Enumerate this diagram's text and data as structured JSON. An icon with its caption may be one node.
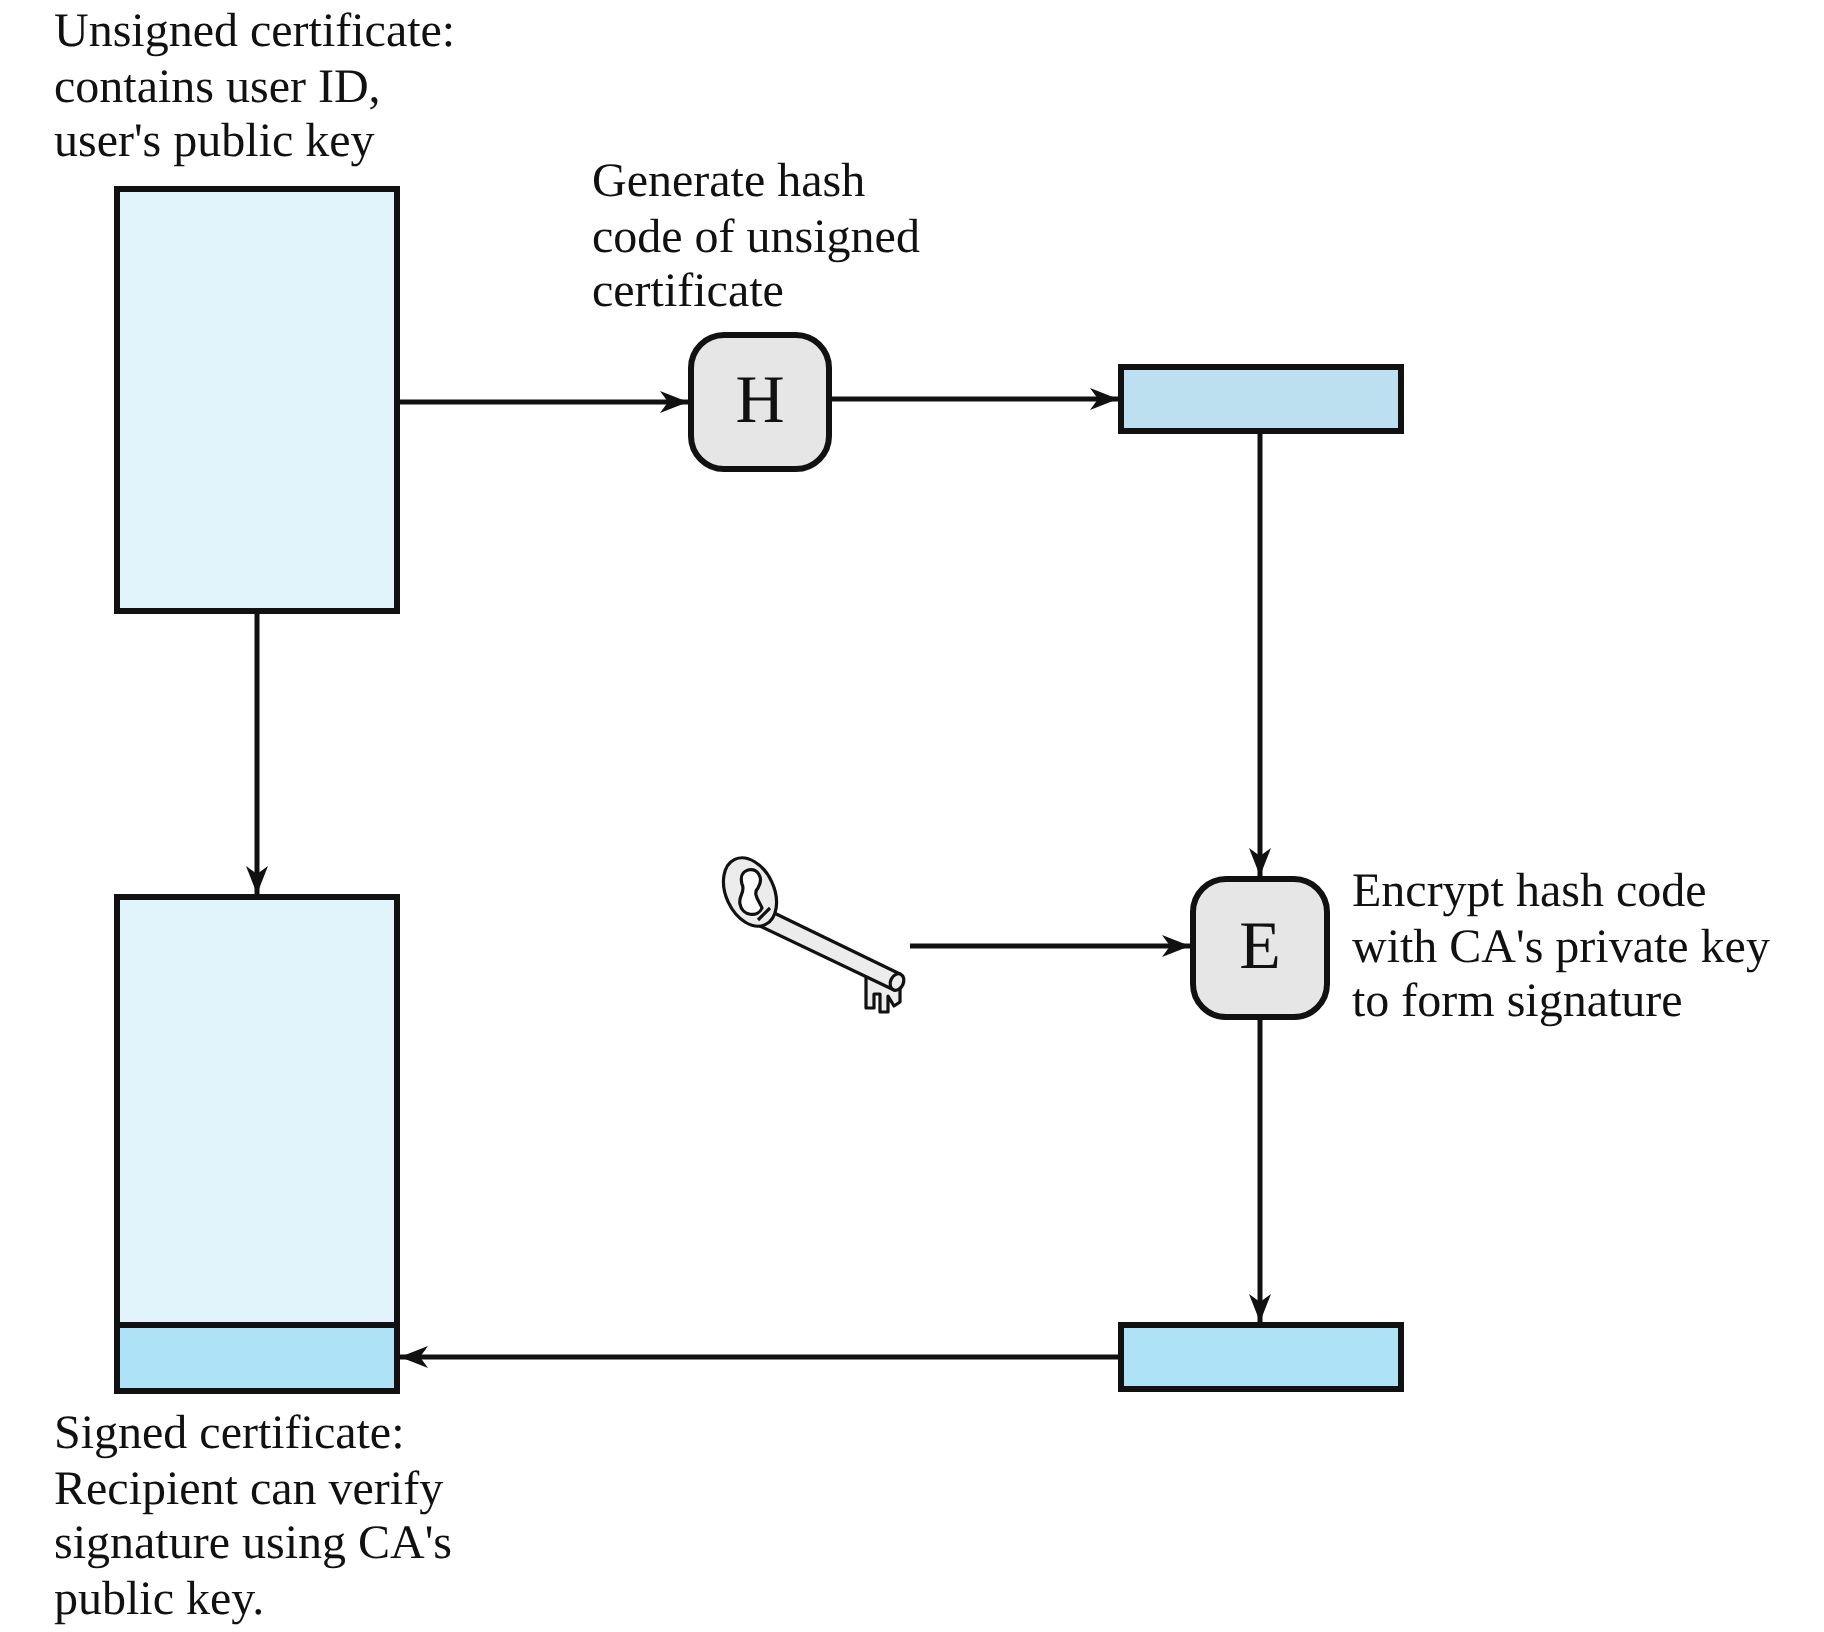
{
  "diagram": {
    "nodes": [
      {
        "text": [
          "Unsigned certificate: contains user ID, user's public key"
        ]
      },
      {
        "text": [
          "H"
        ],
        "beside": [
          "Generate hash code of unsigned certificate"
        ]
      },
      {
        "text": [],
        "shape": "bar"
      },
      {
        "text": [],
        "shape": "picture"
      },
      {
        "text": [
          "E"
        ],
        "beside": [
          "Encrypt hash code with CA's private key to form signature"
        ]
      },
      {
        "text": [],
        "shape": "bar"
      },
      {
        "text": [
          "Signed certificate: Recipient can verify signature using CA's public key."
        ]
      },
      {
        "text": [],
        "shape": "bar",
        "in": 6
      }
    ],
    "edges": [
      {
        "from": 0,
        "to": 1,
        "arrow": "to"
      },
      {
        "from": 1,
        "to": 2,
        "arrow": "to"
      },
      {
        "from": 2,
        "to": 4,
        "arrow": "to"
      },
      {
        "from": 3,
        "to": 4,
        "arrow": "to"
      },
      {
        "from": 4,
        "to": 5,
        "arrow": "to"
      },
      {
        "from": 5,
        "to": 7,
        "arrow": "to"
      },
      {
        "from": 0,
        "to": 6,
        "arrow": "to"
      }
    ]
  }
}
